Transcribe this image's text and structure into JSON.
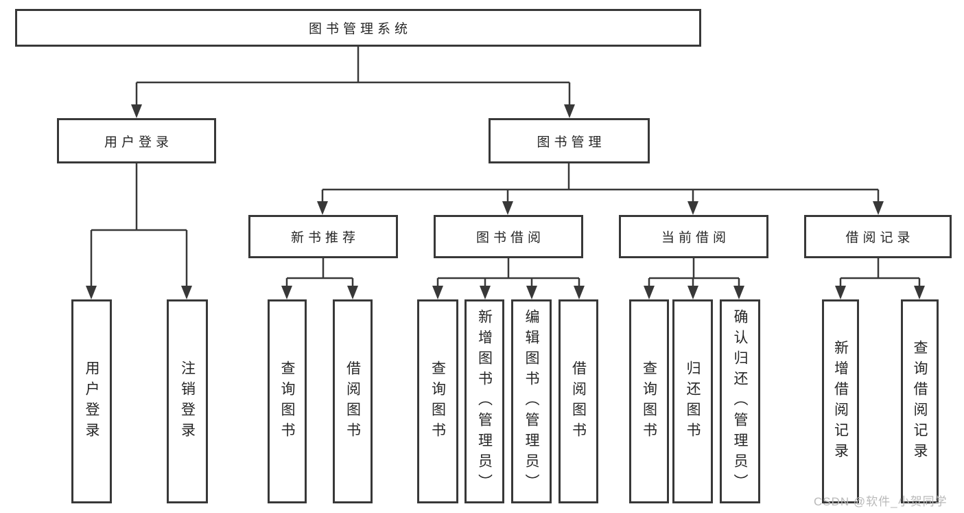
{
  "diagram": {
    "root": {
      "label": "图书管理系统"
    },
    "level2": [
      {
        "label": "用户登录"
      },
      {
        "label": "图书管理"
      }
    ],
    "level3": [
      {
        "label": "新书推荐"
      },
      {
        "label": "图书借阅"
      },
      {
        "label": "当前借阅"
      },
      {
        "label": "借阅记录"
      }
    ],
    "leaves": {
      "user_login": [
        "用户登录",
        "注销登录"
      ],
      "new_book": [
        "查询图书",
        "借阅图书"
      ],
      "book_borrow": [
        "查询图书",
        "新增图书（管理员）",
        "编辑图书（管理员）",
        "借阅图书"
      ],
      "current_borrow": [
        "查询图书",
        "归还图书",
        "确认归还（管理员）"
      ],
      "borrow_record": [
        "新增借阅记录",
        "查询借阅记录"
      ]
    }
  },
  "watermark": {
    "text": "CSDN @软件_小贺同学"
  },
  "colors": {
    "line": "#383838",
    "box_border": "#383838",
    "text": "#262626",
    "watermark": "#b9b9b9",
    "background": "#ffffff"
  }
}
